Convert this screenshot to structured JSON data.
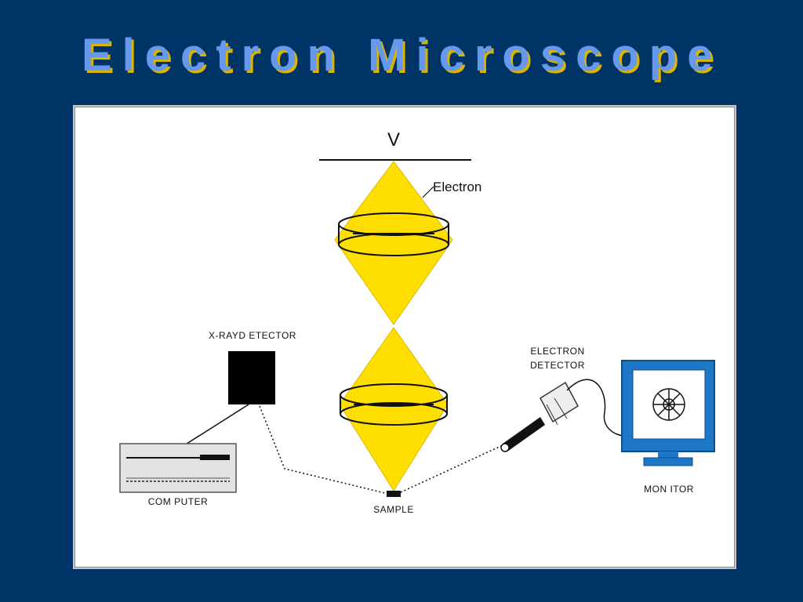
{
  "slide": {
    "title": "Electron Microscope"
  },
  "diagram": {
    "voltage_label": "V",
    "electron_label": "Electron",
    "xray_detector_label": "X-RAYD ETECTOR",
    "electron_detector_label_line1": "ELECTRON",
    "electron_detector_label_line2": "DETECTOR",
    "computer_label": "COM PUTER",
    "sample_label": "SAMPLE",
    "monitor_label": "MON ITOR"
  },
  "colors": {
    "background": "#003366",
    "title_text": "#6699ee",
    "title_shadow": "#d9b400",
    "beam": "#ffe000",
    "monitor_frame": "#1f77c8"
  }
}
